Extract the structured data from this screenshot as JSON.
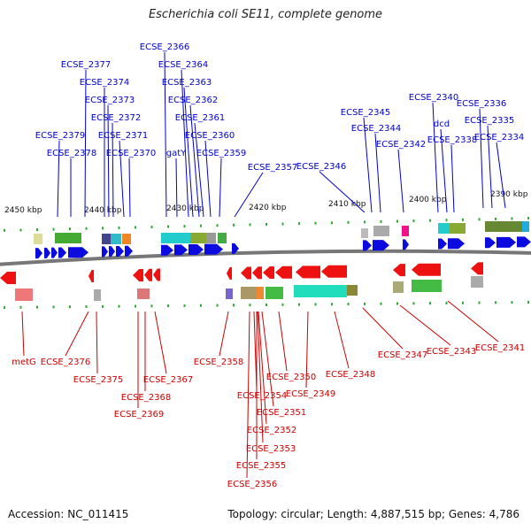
{
  "title": "Escherichia coli SE11, complete genome",
  "footer": {
    "accession": "Accession: NC_011415",
    "topology": "Topology: circular; Length: 4,887,515 bp; Genes: 4,786"
  },
  "colors": {
    "forward_label": "#0000cc",
    "reverse_label": "#cc0000",
    "forward_gene": "#0b0be0",
    "reverse_gene": "#ee1111",
    "backbone": "#777777",
    "tick": "#33aa33"
  },
  "ruler_labels": [
    "2450 kbp",
    "2440 kbp",
    "2430 kbp",
    "2420 kbp",
    "2410 kbp",
    "2400 kbp",
    "2390 kbp"
  ],
  "forward_genes": [
    "ECSE_2366",
    "ECSE_2364",
    "ECSE_2377",
    "ECSE_2374",
    "ECSE_2363",
    "ECSE_2373",
    "ECSE_2362",
    "ECSE_2372",
    "ECSE_2361",
    "ECSE_2379",
    "ECSE_2371",
    "ECSE_2360",
    "ECSE_2378",
    "ECSE_2370",
    "gatY",
    "ECSE_2359",
    "ECSE_2357",
    "ECSE_2346",
    "ECSE_2345",
    "ECSE_2344",
    "ECSE_2342",
    "ECSE_2340",
    "dcd",
    "ECSE_2338",
    "ECSE_2336",
    "ECSE_2335",
    "ECSE_2334"
  ],
  "reverse_genes": [
    "metG",
    "ECSE_2376",
    "ECSE_2375",
    "ECSE_2368",
    "ECSE_2369",
    "ECSE_2367",
    "ECSE_2358",
    "ECSE_2354",
    "ECSE_2351",
    "ECSE_2352",
    "ECSE_2353",
    "ECSE_2355",
    "ECSE_2356",
    "ECSE_2350",
    "ECSE_2349",
    "ECSE_2348",
    "ECSE_2347",
    "ECSE_2343",
    "ECSE_2341"
  ]
}
